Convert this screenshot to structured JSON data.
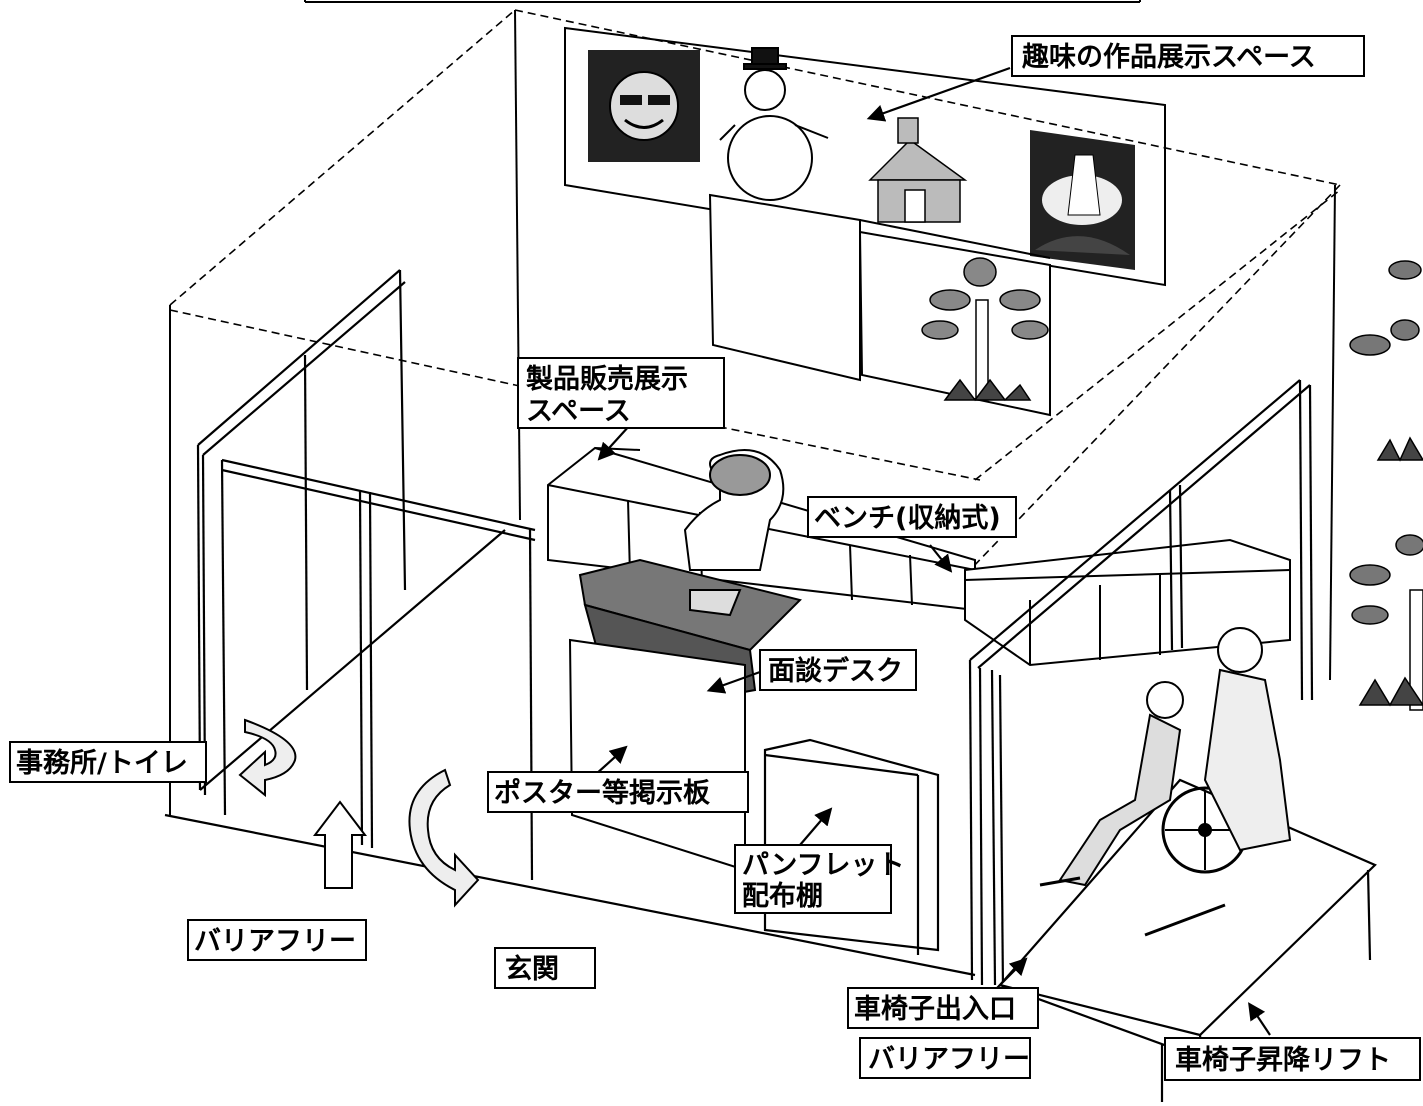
{
  "labels": {
    "hobby_display": "趣味の作品展示スペース",
    "product_display": [
      "製品販売展示",
      "スペース"
    ],
    "bench": "ベンチ(収納式)",
    "desk": "面談デスク",
    "poster_board": "ポスター等掲示板",
    "pamphlet_shelf": [
      "パンフレット",
      "配布棚"
    ],
    "office_toilet": "事務所/トイレ",
    "barrier_free_left": "バリアフリー",
    "entrance": "玄関",
    "wheelchair_entrance": "車椅子出入口",
    "barrier_free_bottom": "バリアフリー",
    "wheelchair_lift": "車椅子昇降リフト"
  },
  "artwork": {
    "pictures": [
      "sun",
      "snowman",
      "schoolhouse",
      "lighthouse",
      "tree"
    ]
  }
}
